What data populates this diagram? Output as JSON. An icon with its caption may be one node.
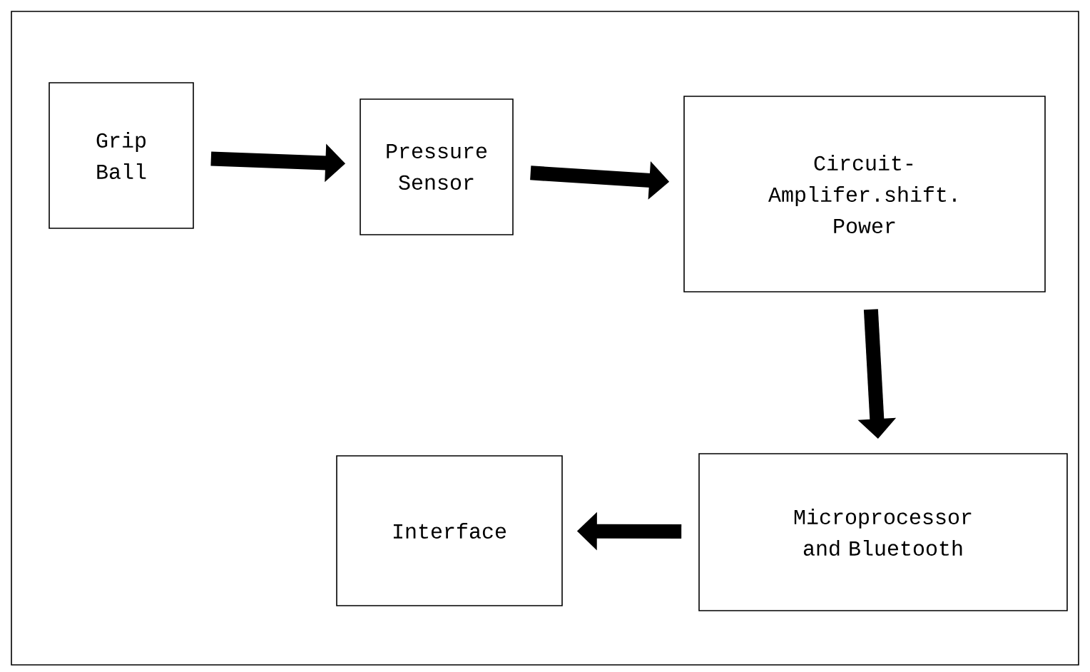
{
  "diagram": {
    "nodes": [
      {
        "text": [
          "Grip Ball"
        ]
      },
      {
        "text": [
          "Pressure Sensor"
        ]
      },
      {
        "text": [
          "Circuit- Amplifer.shift. Power"
        ]
      },
      {
        "text": [
          "Microprocessor and Bluetooth"
        ]
      },
      {
        "text": [
          "Interface"
        ]
      }
    ],
    "edges": [
      {
        "from": 0,
        "to": 1,
        "arrow": "to"
      },
      {
        "from": 1,
        "to": 2,
        "arrow": "to"
      },
      {
        "from": 2,
        "to": 3,
        "arrow": "to"
      },
      {
        "from": 3,
        "to": 4,
        "arrow": "to"
      }
    ]
  }
}
